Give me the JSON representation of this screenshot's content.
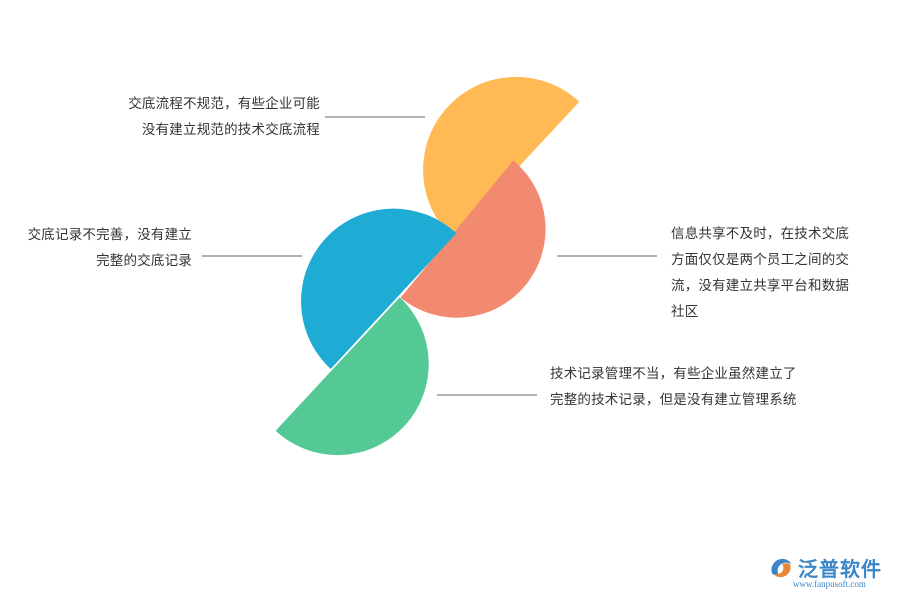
{
  "colors": {
    "top": "#FFB955",
    "right": "#F28A72",
    "left": "#1EABD4",
    "bottom": "#55C995",
    "line": "#666666",
    "brand": "#3A86C8"
  },
  "callouts": {
    "top_left": [
      "交底流程不规范，有些企业可能",
      "没有建立规范的技术交底流程"
    ],
    "mid_left": [
      "交底记录不完善，没有建立",
      "完整的交底记录"
    ],
    "right": [
      "信息共享不及时，在技术交底",
      "方面仅仅是两个员工之间的交",
      "流，没有建立共享平台和数据",
      "社区"
    ],
    "bottom_right": [
      "技术记录管理不当，有些企业虽然建立了",
      "完整的技术记录，但是没有建立管理系统"
    ]
  },
  "logo": {
    "name": "泛普软件",
    "url": "www.fanpusoft.com",
    "icon": "fanpu-logo-icon"
  }
}
